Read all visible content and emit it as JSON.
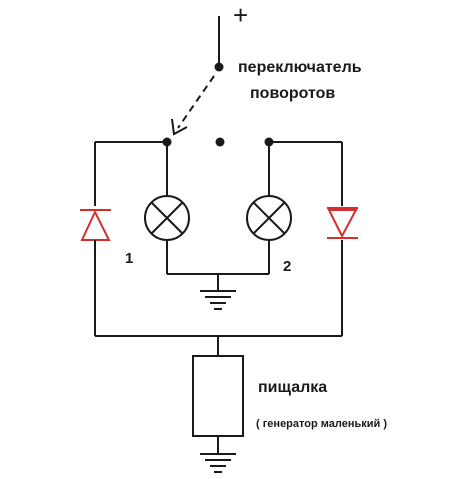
{
  "labels": {
    "plus": "+",
    "switch_line1": "переключатель",
    "switch_line2": "поворотов",
    "lamp1": "1",
    "lamp2": "2",
    "buzzer_title": "пищалка",
    "buzzer_note": "( генератор  маленький )"
  },
  "colors": {
    "wire": "#1a1a1a",
    "diode": "#d32f2f"
  }
}
